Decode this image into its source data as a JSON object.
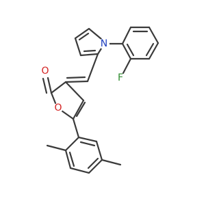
{
  "molecule": {
    "atoms": {
      "N": {
        "text": "N",
        "color": "#1f3fbf"
      },
      "F": {
        "text": "F",
        "color": "#2e8b2e"
      },
      "O_carbonyl": {
        "text": "O",
        "color": "#d42020"
      },
      "O_ring": {
        "text": "O",
        "color": "#d42020"
      }
    },
    "bond_color": "#3a3a3a"
  }
}
